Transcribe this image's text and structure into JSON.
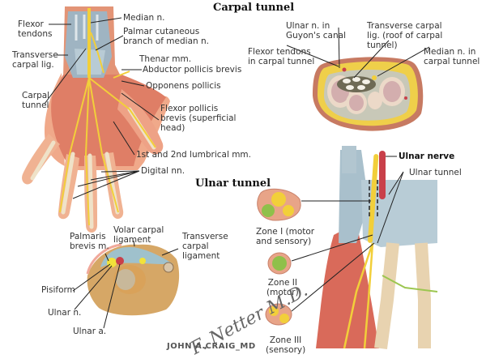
{
  "sections": {
    "carpal_tunnel": {
      "title": "Carpal tunnel",
      "hand_labels": {
        "flexor_tendons": "Flexor\ntendons",
        "transverse_carpal_lig": "Transverse\ncarpal lig.",
        "carpal_tunnel": "Carpal\ntunnel",
        "median_n": "Median n.",
        "palmar_cutaneous": "Palmar cutaneous\nbranch of median n.",
        "thenar_mm": "Thenar mm.",
        "abductor_pollicis_brevis": "Abductor pollicis brevis",
        "opponens_pollicis": "Opponens pollicis",
        "flexor_pollicis_brevis": "Flexor pollicis\nbrevis (superficial\nhead)",
        "lumbrical_mm": "1st and 2nd lumbrical mm.",
        "digital_nn": "Digital nn."
      },
      "cross_section_labels": {
        "ulnar_n_guyon": "Ulnar n. in\nGuyon's canal",
        "transverse_carpal_roof": "Transverse carpal\nlig. (roof of carpal\ntunnel)",
        "flexor_tendons_tunnel": "Flexor tendons\nin carpal tunnel",
        "median_n_tunnel": "Median n. in\ncarpal tunnel"
      }
    },
    "ulnar_tunnel": {
      "title": "Ulnar tunnel",
      "cross_section_labels": {
        "palmaris_brevis": "Palmaris\nbrevis m.",
        "volar_carpal_ligament": "Volar carpal\nligament",
        "transverse_carpal_ligament": "Transverse\ncarpal\nligament",
        "pisiform": "Pisiform",
        "ulnar_n": "Ulnar n.",
        "ulnar_a": "Ulnar a."
      },
      "dorsal_labels": {
        "ulnar_nerve": "Ulnar nerve",
        "ulnar_tunnel": "Ulnar tunnel",
        "zone_1": "Zone I (motor\nand sensory)",
        "zone_2": "Zone II\n(motor)",
        "zone_3": "Zone III\n(sensory)"
      }
    }
  },
  "signature": {
    "artist": "F. Netter M.D.",
    "credit": "JOHN A.CRAIG_MD"
  },
  "colors": {
    "muscle": "#d9705f",
    "skin": "#f2b894",
    "bone": "#ecd9b8",
    "nerve": "#f2cf3a",
    "ligament": "#a9c0cc",
    "artery": "#c9404a",
    "fat": "#f1d04a",
    "motor_fascicle": "#8fc04a"
  }
}
